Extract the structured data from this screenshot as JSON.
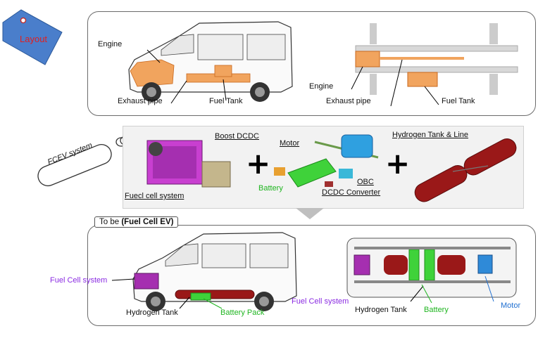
{
  "layout_tag": {
    "label": "Layout",
    "color": "#4a7ecb",
    "text_color": "#e02020"
  },
  "top_panel": {
    "side_view": {
      "engine": "Engine",
      "exhaust": "Exhaust pipe",
      "fuel_tank": "Fuel Tank"
    },
    "chassis_view": {
      "engine": "Engine",
      "exhaust": "Exhaust pipe",
      "fuel_tank": "Fuel Tank"
    }
  },
  "fcev_tag": {
    "label": "FCEV system"
  },
  "middle_panel": {
    "boost": "Boost DCDC",
    "fuel_cell": "Fuecl cell system",
    "motor": "Motor",
    "battery": "Battery",
    "obc": "OBC",
    "dcdc": "DCDC Converter",
    "hydrogen": "Hydrogen Tank & Line",
    "plus_sign": "+",
    "battery_color": "#1fb520"
  },
  "bottom_panel": {
    "title_prefix": "To be ",
    "title_bold": "(Fuel Cell EV)",
    "side_view": {
      "fuel_cell": "Fuel Cell system",
      "hydrogen": "Hydrogen Tank",
      "battery_pack": "Battery Pack"
    },
    "chassis_view": {
      "fuel_cell": "Fuel Cell system",
      "hydrogen": "Hydrogen Tank",
      "battery": "Battery",
      "motor": "Motor"
    },
    "colors": {
      "fuel_cell": "#8a2be2",
      "battery": "#1fb520",
      "motor": "#1f6fd1"
    }
  }
}
